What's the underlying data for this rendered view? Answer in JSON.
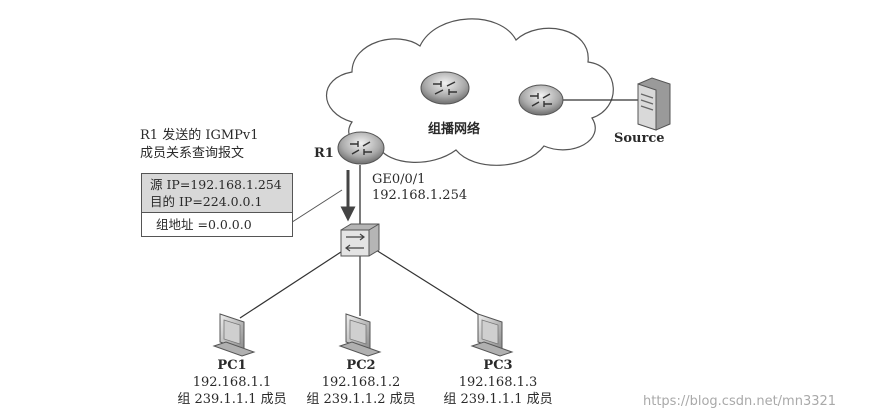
{
  "query_caption": {
    "line1": "R1 发送的 IGMPv1",
    "line2": "成员关系查询报文"
  },
  "packet": {
    "src_ip": "源 IP=192.168.1.254",
    "dst_ip": "目的 IP=224.0.0.1",
    "group_addr": "组地址 =0.0.0.0"
  },
  "router_r1": {
    "name": "R1",
    "interface": "GE0/0/1",
    "ip": "192.168.1.254"
  },
  "multicast_network": {
    "label": "组播网络"
  },
  "source": {
    "label": "Source"
  },
  "pcs": [
    {
      "name": "PC1",
      "ip": "192.168.1.1",
      "group": "组 239.1.1.1 成员"
    },
    {
      "name": "PC2",
      "ip": "192.168.1.2",
      "group": "组 239.1.1.2 成员"
    },
    {
      "name": "PC3",
      "ip": "192.168.1.3",
      "group": "组 239.1.1.1 成员"
    }
  ],
  "watermark": "https://blog.csdn.net/mn3321"
}
